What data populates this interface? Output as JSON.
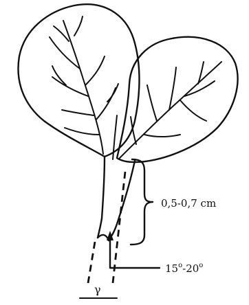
{
  "labels": {
    "length": "0,5-0,7 cm",
    "angle_from": "15",
    "angle_to": "20",
    "degree_mark": "o",
    "angle_separator": "-",
    "gamma": "γ"
  }
}
